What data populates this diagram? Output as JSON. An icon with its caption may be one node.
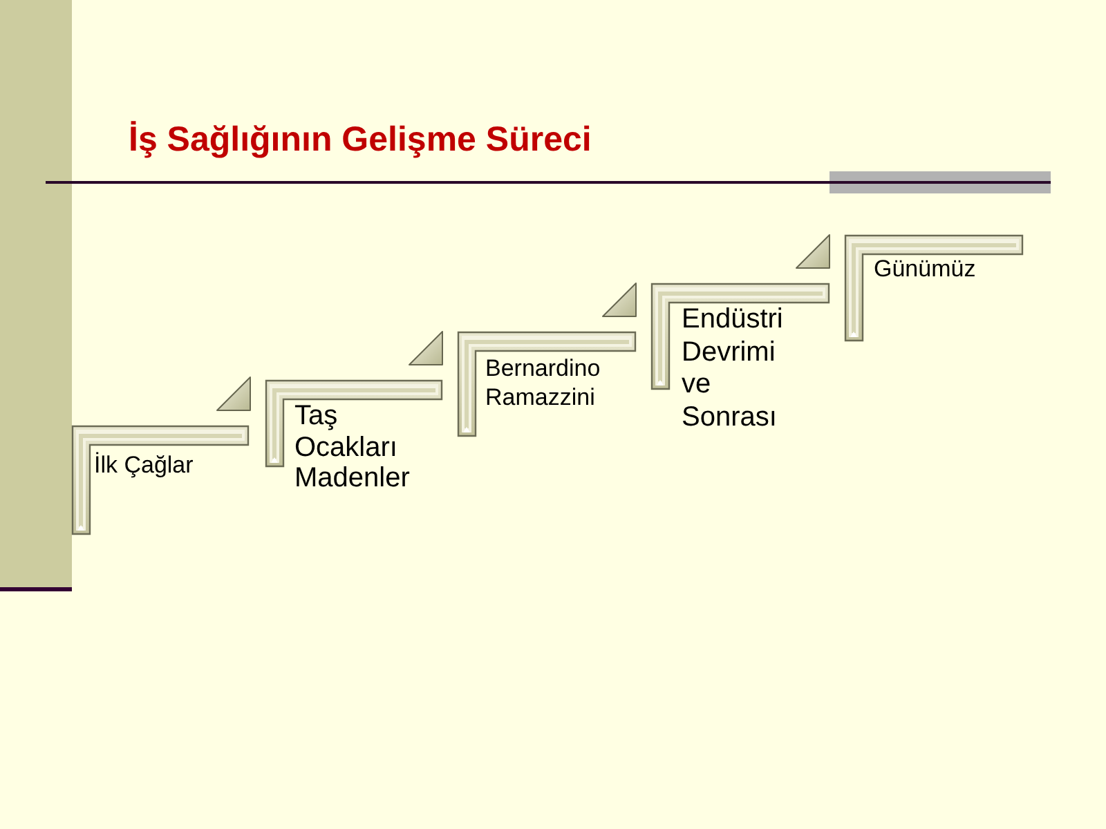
{
  "diagram": {
    "title": "İş Sağlığının Gelişme Süreci",
    "nodes": [
      {
        "text": [
          "İlk Çağlar"
        ]
      },
      {
        "text": [
          "Taş Ocakları Madenler"
        ]
      },
      {
        "text": [
          "Bernardino Ramazzini"
        ]
      },
      {
        "text": [
          "Endüstri Devrimi ve Sonrası"
        ]
      },
      {
        "text": [
          "Günümüz"
        ]
      }
    ],
    "edges": [
      {
        "from": 1,
        "to": 0,
        "arrow": "to"
      },
      {
        "from": 2,
        "to": 1,
        "arrow": "to"
      },
      {
        "from": 3,
        "to": 2,
        "arrow": "to"
      },
      {
        "from": 4,
        "to": 3,
        "arrow": "to"
      }
    ]
  }
}
